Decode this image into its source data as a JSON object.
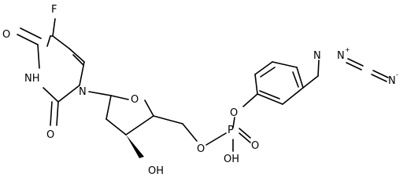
{
  "molecule": {
    "atoms": {
      "fluorine": "F",
      "o_top": "O",
      "o_bottom": "O",
      "nh": "NH",
      "n1": "N",
      "ring_o": "O",
      "oh": "OH",
      "o5": "O",
      "p": "P",
      "p_o_double": "O",
      "p_oh": "OH",
      "o_aryl": "O",
      "n_a": "N",
      "n_b": "N",
      "n_c": "N",
      "plus": "+",
      "minus": "-"
    }
  }
}
